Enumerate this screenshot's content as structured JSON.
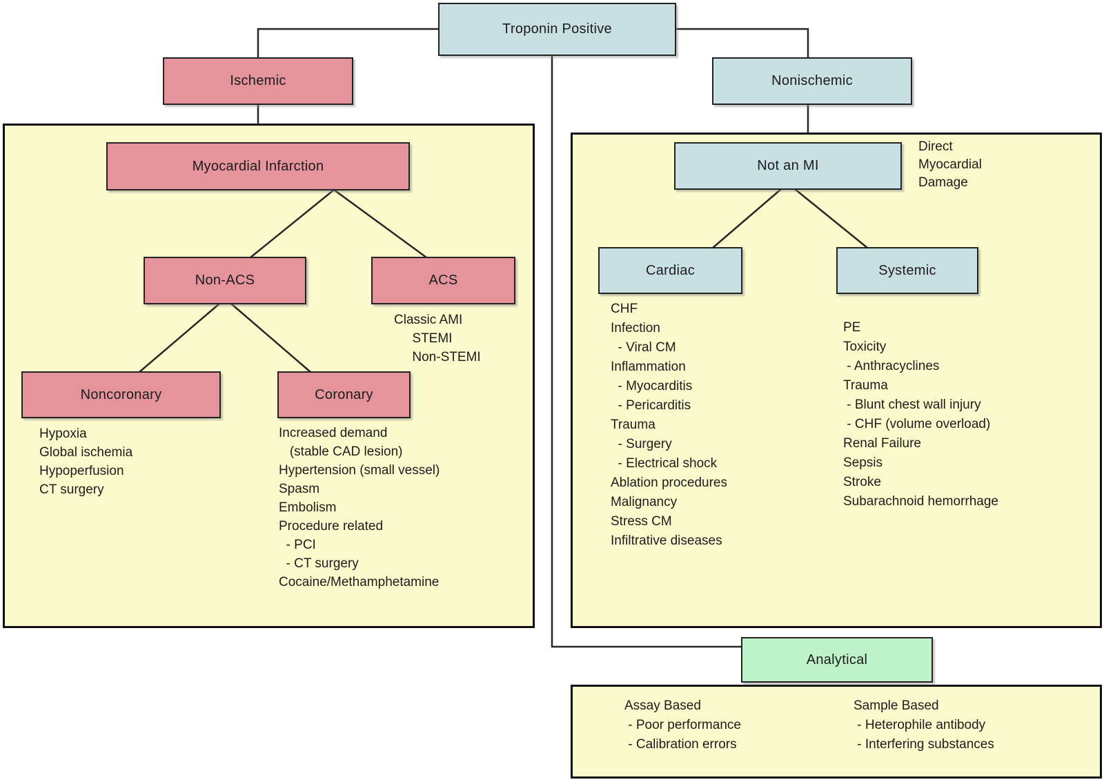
{
  "title": "Troponin Positive differential diagnosis flowchart",
  "colors": {
    "ischemic_branch_fill": "#e5949c",
    "nonischemic_branch_fill": "#c8dfe4",
    "panel_fill": "#fbfacc",
    "analytical_fill": "#bef3c9",
    "connector_line": "#262626",
    "text": "#1c1c1c"
  },
  "nodes": {
    "troponin_positive": "Troponin Positive",
    "ischemic": "Ischemic",
    "nonischemic": "Nonischemic",
    "myocardial_infarction": "Myocardial Infarction",
    "non_acs": "Non-ACS",
    "acs": "ACS",
    "noncoronary": "Noncoronary",
    "coronary": "Coronary",
    "not_an_mi": "Not an MI",
    "cardiac": "Cardiac",
    "systemic": "Systemic",
    "analytical": "Analytical"
  },
  "annotations": {
    "direct_damage": [
      "Direct",
      "Myocardial",
      "Damage"
    ]
  },
  "lists": {
    "acs": [
      "Classic AMI",
      "     STEMI",
      "     Non-STEMI"
    ],
    "noncoronary": [
      "Hypoxia",
      "Global ischemia",
      "Hypoperfusion",
      "CT surgery"
    ],
    "coronary": [
      "Increased demand",
      "   (stable CAD lesion)",
      "Hypertension (small vessel)",
      "Spasm",
      "Embolism",
      "Procedure related",
      "  - PCI",
      "  - CT surgery",
      "Cocaine/Methamphetamine"
    ],
    "cardiac": [
      "CHF",
      "Infection",
      "  - Viral CM",
      "Inflammation",
      "  - Myocarditis",
      "  - Pericarditis",
      "Trauma",
      "  - Surgery",
      "  - Electrical shock",
      "Ablation procedures",
      "Malignancy",
      "Stress CM",
      "Infiltrative diseases"
    ],
    "systemic": [
      "PE",
      "Toxicity",
      " - Anthracyclines",
      "Trauma",
      " - Blunt chest wall injury",
      " - CHF (volume overload)",
      "Renal Failure",
      "Sepsis",
      "Stroke",
      "Subarachnoid hemorrhage"
    ]
  },
  "analytical_panel": {
    "columns": [
      {
        "header": "Assay Based",
        "items": [
          " - Poor performance",
          " - Calibration errors"
        ]
      },
      {
        "header": "Sample Based",
        "items": [
          " - Heterophile antibody",
          " - Interfering substances"
        ]
      }
    ]
  }
}
